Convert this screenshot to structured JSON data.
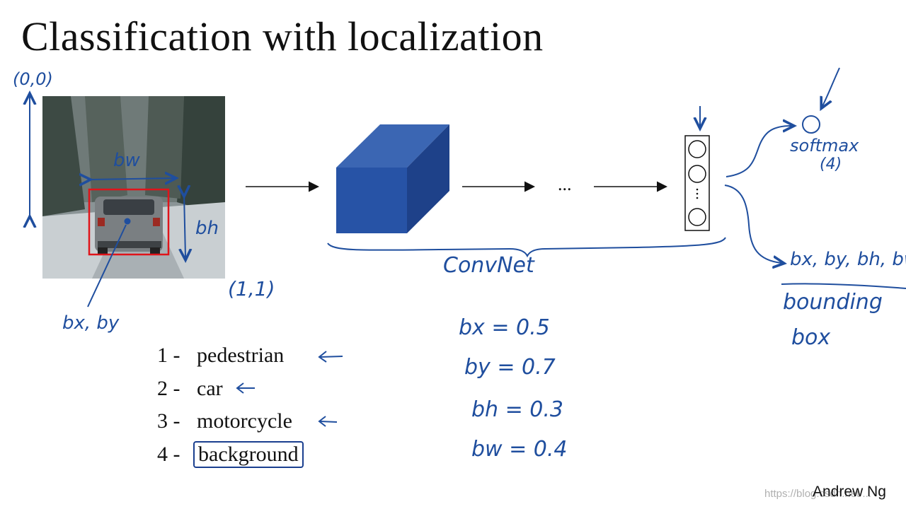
{
  "slide": {
    "title": "Classification with localization",
    "author": "Andrew Ng",
    "watermark": "https://blog.csdn.net/..."
  },
  "image_labels": {
    "origin": "(0,0)",
    "corner": "(1,1)",
    "width_label": "bw",
    "height_label": "bh",
    "center_label": "bx, by"
  },
  "network": {
    "convnet_label": "ConvNet",
    "ellipsis": "...",
    "softmax_label": "softmax",
    "softmax_count": "(4)",
    "bbox_outputs": "bx, by, bh, bw",
    "bbox_label_line1": "bounding",
    "bbox_label_line2": "box"
  },
  "classes": [
    {
      "num": "1 -",
      "name": "pedestrian",
      "boxed": false
    },
    {
      "num": "2 -",
      "name": "car",
      "boxed": false
    },
    {
      "num": "3 -",
      "name": "motorcycle",
      "boxed": false
    },
    {
      "num": "4 -",
      "name": "background",
      "boxed": true
    }
  ],
  "box_values": [
    {
      "label": "bx = 0.5"
    },
    {
      "label": "by = 0.7"
    },
    {
      "label": "bh = 0.3"
    },
    {
      "label": "bw = 0.4"
    }
  ],
  "colors": {
    "ink": "#1f4e9e",
    "cube_front": "#2753a6",
    "cube_top": "#3b66b3",
    "cube_side": "#1e4189",
    "bbox_red": "#e0141a"
  }
}
